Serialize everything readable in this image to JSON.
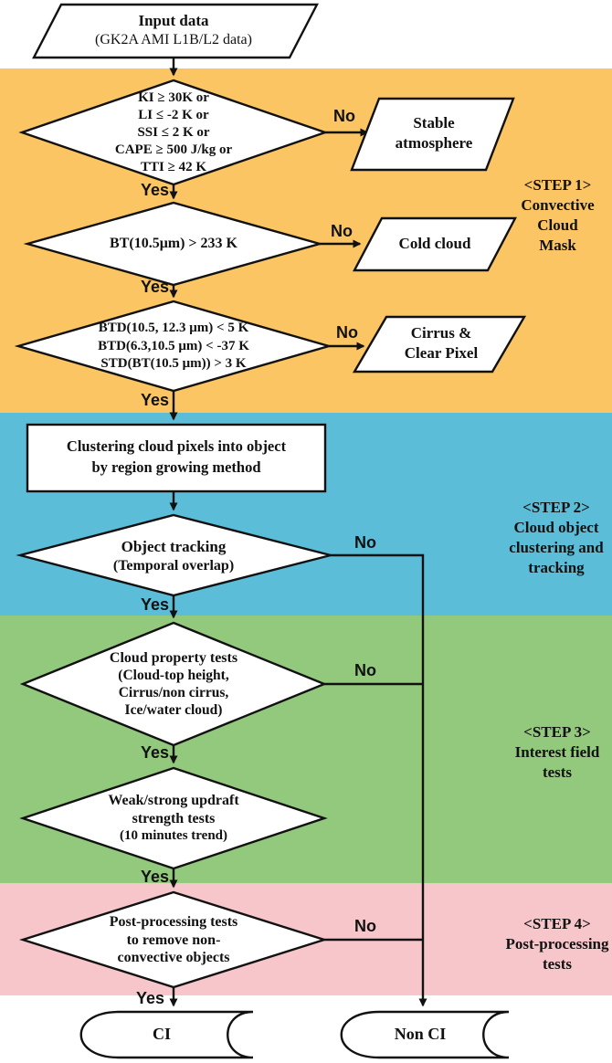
{
  "colors": {
    "step1_band": "#FBC564",
    "step2_band": "#5BBDD8",
    "step3_band": "#92C97D",
    "step4_band": "#F6C6CA"
  },
  "labels": {
    "yes": "Yes",
    "no": "No"
  },
  "steps": [
    {
      "title": "<STEP 1>",
      "lines": [
        "Convective",
        "Cloud",
        "Mask"
      ]
    },
    {
      "title": "<STEP 2>",
      "lines": [
        "Cloud object",
        "clustering and",
        "tracking"
      ]
    },
    {
      "title": "<STEP 3>",
      "lines": [
        "Interest field",
        "tests"
      ]
    },
    {
      "title": "<STEP 4>",
      "lines": [
        "Post-processing",
        "tests"
      ]
    }
  ],
  "nodes": {
    "input": {
      "title": "Input data",
      "subtitle": "(GK2A AMI L1B/L2 data)"
    },
    "instability_test": {
      "lines": [
        "KI ≥ 30K or",
        "LI ≤ -2 K or",
        "SSI ≤ 2 K or",
        "CAPE ≥ 500 J/kg or",
        "TTI ≥ 42 K"
      ]
    },
    "stable_atmosphere": {
      "lines": [
        "Stable",
        "atmosphere"
      ]
    },
    "cold_cloud_test": {
      "lines": [
        "BT(10.5μm) > 233 K"
      ]
    },
    "cold_cloud": {
      "lines": [
        "Cold cloud"
      ]
    },
    "cirrus_test": {
      "lines": [
        "BTD(10.5, 12.3 μm) < 5 K",
        "BTD(6.3,10.5 μm) < -37 K",
        "STD(BT(10.5 μm)) > 3 K"
      ]
    },
    "cirrus_clear_pixel": {
      "lines": [
        "Cirrus &",
        "Clear Pixel"
      ]
    },
    "clustering": {
      "lines": [
        "Clustering cloud pixels into object",
        "by region growing method"
      ]
    },
    "object_tracking": {
      "lines": [
        "Object tracking",
        "(Temporal overlap)"
      ]
    },
    "cloud_property_tests": {
      "lines": [
        "Cloud property tests",
        "(Cloud-top height,",
        "Cirrus/non cirrus,",
        "Ice/water cloud)"
      ]
    },
    "updraft_tests": {
      "lines": [
        "Weak/strong updraft",
        "strength tests",
        "(10 minutes trend)"
      ]
    },
    "post_processing_tests": {
      "lines": [
        "Post-processing tests",
        "to remove non-",
        "convective objects"
      ]
    },
    "ci": {
      "label": "CI"
    },
    "non_ci": {
      "label": "Non CI"
    }
  }
}
